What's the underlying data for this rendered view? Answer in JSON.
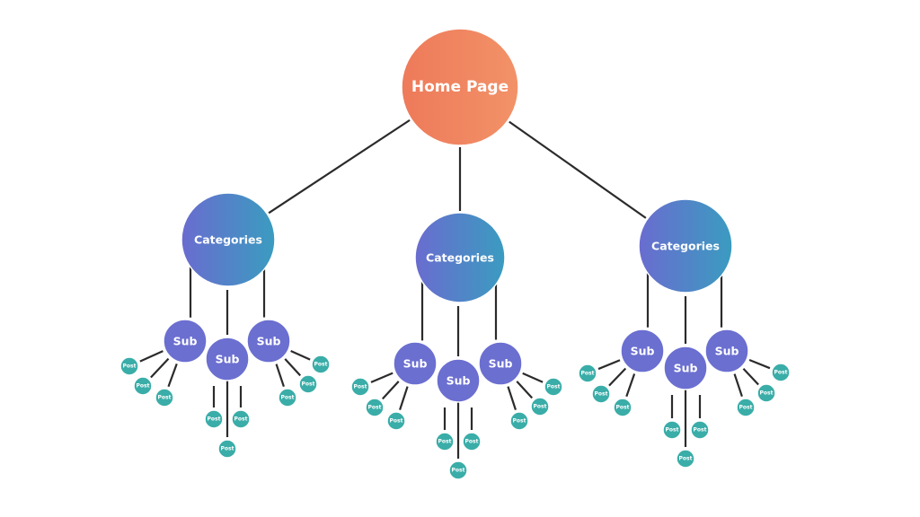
{
  "diagram": {
    "type": "site-hierarchy-tree",
    "colors": {
      "home_start": "#ee7a5a",
      "home_end": "#f29268",
      "category_start": "#6a6ccf",
      "category_end": "#3a9cc0",
      "sub": "#6b6fd0",
      "post": "#3aada8",
      "edge": "#2b2b2b"
    },
    "home": {
      "label": "Home Page"
    },
    "categories": [
      {
        "label": "Categories",
        "subs": [
          {
            "label": "Sub",
            "posts": [
              "Post",
              "Post",
              "Post"
            ]
          },
          {
            "label": "Sub",
            "posts": [
              "Post",
              "Post",
              "Post"
            ]
          },
          {
            "label": "Sub",
            "posts": [
              "Post",
              "Post",
              "Post"
            ]
          }
        ]
      },
      {
        "label": "Categories",
        "subs": [
          {
            "label": "Sub",
            "posts": [
              "Post",
              "Post",
              "Post"
            ]
          },
          {
            "label": "Sub",
            "posts": [
              "Post",
              "Post",
              "Post"
            ]
          },
          {
            "label": "Sub",
            "posts": [
              "Post",
              "Post",
              "Post"
            ]
          }
        ]
      },
      {
        "label": "Categories",
        "subs": [
          {
            "label": "Sub",
            "posts": [
              "Post",
              "Post",
              "Post"
            ]
          },
          {
            "label": "Sub",
            "posts": [
              "Post",
              "Post",
              "Post"
            ]
          },
          {
            "label": "Sub",
            "posts": [
              "Post",
              "Post",
              "Post"
            ]
          }
        ]
      }
    ]
  }
}
